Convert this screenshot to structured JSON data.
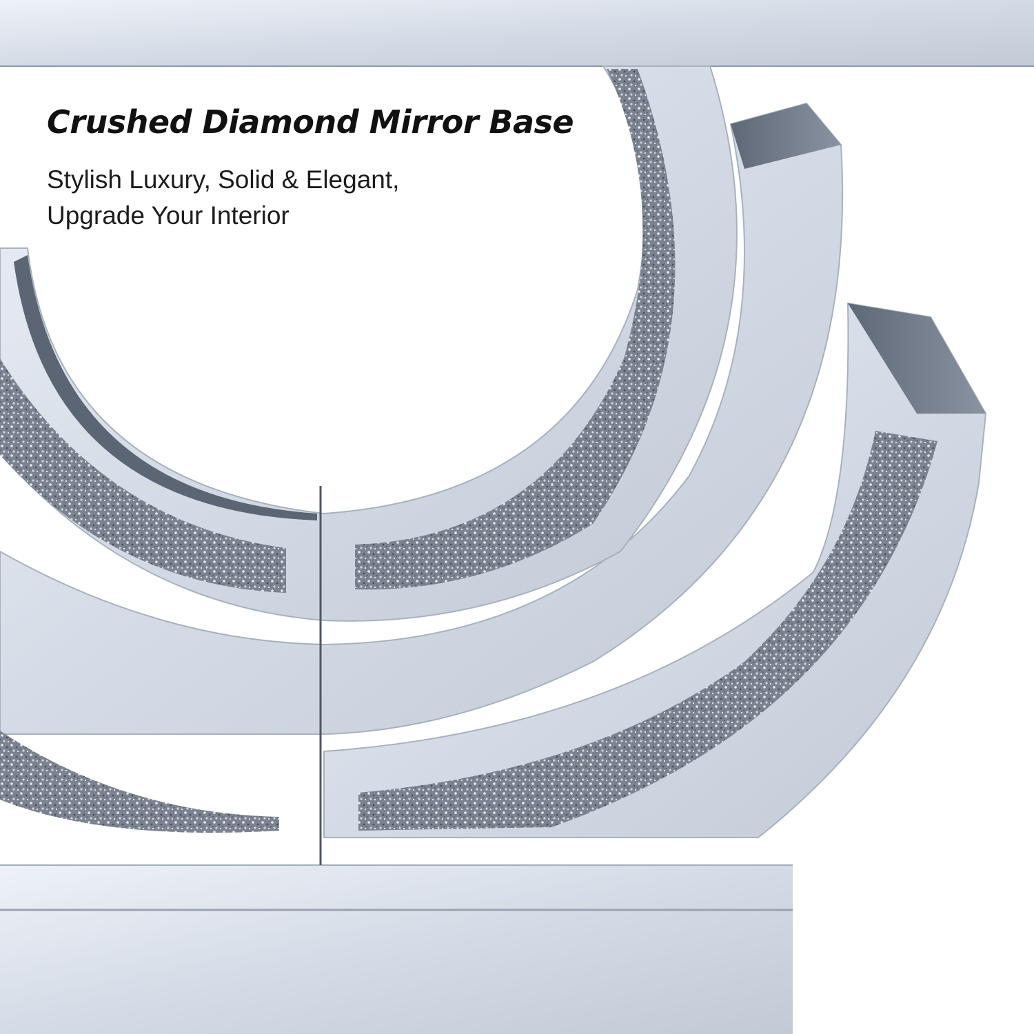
{
  "headline": "Crushed Diamond Mirror Base",
  "subline": {
    "line1": "Stylish Luxury, Solid & Elegant,",
    "line2": "Upgrade Your Interior"
  },
  "colors": {
    "background": "#ffffff",
    "mirror_light": "#dfe5ee",
    "mirror_mid": "#c3cbd7",
    "mirror_dark": "#6d7684",
    "crushed_diamond": "#7c8390",
    "headline_text": "#111111"
  }
}
